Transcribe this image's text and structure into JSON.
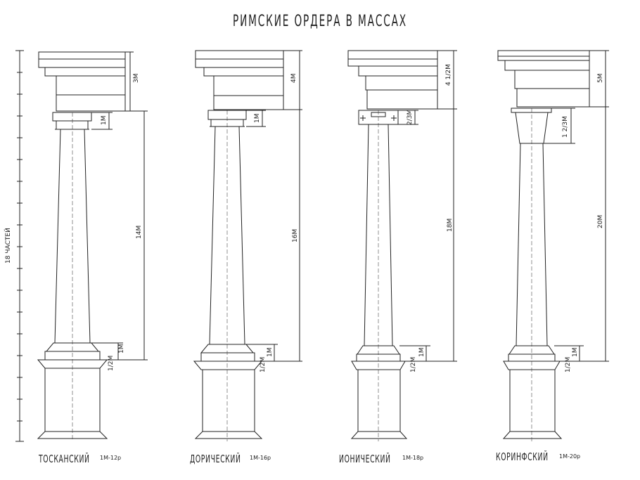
{
  "title": "РИМСКИЕ ОРДЕРА В МАССАХ",
  "scale_label": "18 ЧАСТЕЙ",
  "orders": [
    {
      "name": "ТОСКАНСКИЙ",
      "module": "1M-12p",
      "entablature": "3M",
      "capital": "1M",
      "shaft": "14M",
      "base": "1M",
      "pedestal_cap": "1/2M"
    },
    {
      "name": "ДОРИЧЕСКИЙ",
      "module": "1M-16p",
      "entablature": "4M",
      "capital": "1M",
      "shaft": "16M",
      "base": "1M",
      "pedestal_cap": "1/2M"
    },
    {
      "name": "ИОНИЧЕСКИЙ",
      "module": "1M-18p",
      "entablature": "4 1/2M",
      "capital": "2/3M",
      "shaft": "18M",
      "base": "1M",
      "pedestal_cap": "1/2M"
    },
    {
      "name": "КОРИНФСКИЙ",
      "module": "1M-20p",
      "entablature": "5M",
      "capital": "1 2/3M",
      "shaft": "20M",
      "base": "1M",
      "pedestal_cap": "1/2M"
    }
  ]
}
